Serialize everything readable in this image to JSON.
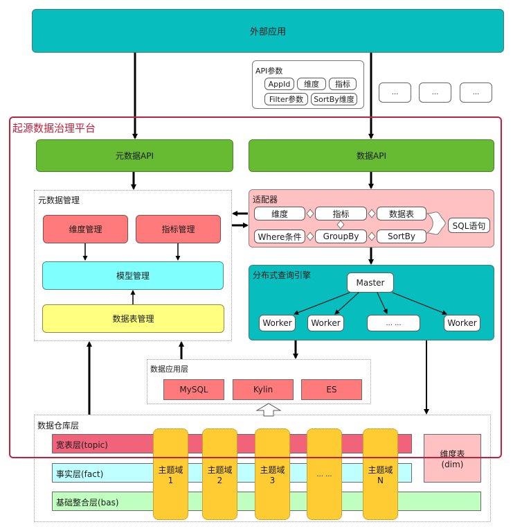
{
  "colors": {
    "teal": "#08bdbd",
    "green": "#66bb33",
    "red_box": "#ff7b7b",
    "cyan": "#80ffff",
    "yellow": "#ffff80",
    "adapter_bg": "#ffc1c1",
    "platform_border": "#c2213c",
    "topic_layer": "#f0637a",
    "fact_layer": "#c0ffff",
    "bas_layer": "#c0ffc0",
    "domain": "#ffcc33",
    "dim": "#ffc1c1"
  },
  "external_app": {
    "label": "外部应用"
  },
  "api_params": {
    "title": "API参数",
    "items": [
      "AppId",
      "维度",
      "指标",
      "Filter参数",
      "SortBy维度"
    ],
    "more": [
      "...",
      "...",
      "..."
    ]
  },
  "platform": {
    "title": "起源数据治理平台"
  },
  "metadata_api": {
    "label": "元数据API"
  },
  "data_api": {
    "label": "数据API"
  },
  "metadata_mgmt": {
    "title": "元数据管理",
    "dimension_mgmt": "维度管理",
    "metric_mgmt": "指标管理",
    "model_mgmt": "模型管理",
    "table_mgmt": "数据表管理"
  },
  "adapter": {
    "title": "适配器",
    "row1": [
      "维度",
      "指标",
      "数据表"
    ],
    "row2": [
      "Where条件",
      "GroupBy",
      "SortBy"
    ],
    "output": "SQL语句"
  },
  "query_engine": {
    "title": "分布式查询引擎",
    "master": "Master",
    "workers": [
      "Worker",
      "Worker",
      "... ...",
      "Worker"
    ]
  },
  "app_layer": {
    "title": "数据应用层",
    "items": [
      "MySQL",
      "Kylin",
      "ES"
    ]
  },
  "warehouse": {
    "title": "数据仓库层",
    "layers": [
      "宽表层(topic)",
      "事实层(fact)",
      "基础整合层(bas)"
    ],
    "domains": [
      {
        "name": "主题域",
        "id": "1"
      },
      {
        "name": "主题域",
        "id": "2"
      },
      {
        "name": "主题域",
        "id": "3"
      },
      {
        "name": "... ...",
        "id": ""
      },
      {
        "name": "主题域",
        "id": "N"
      }
    ],
    "dim_table": {
      "line1": "维度表",
      "line2": "(dim)"
    }
  }
}
